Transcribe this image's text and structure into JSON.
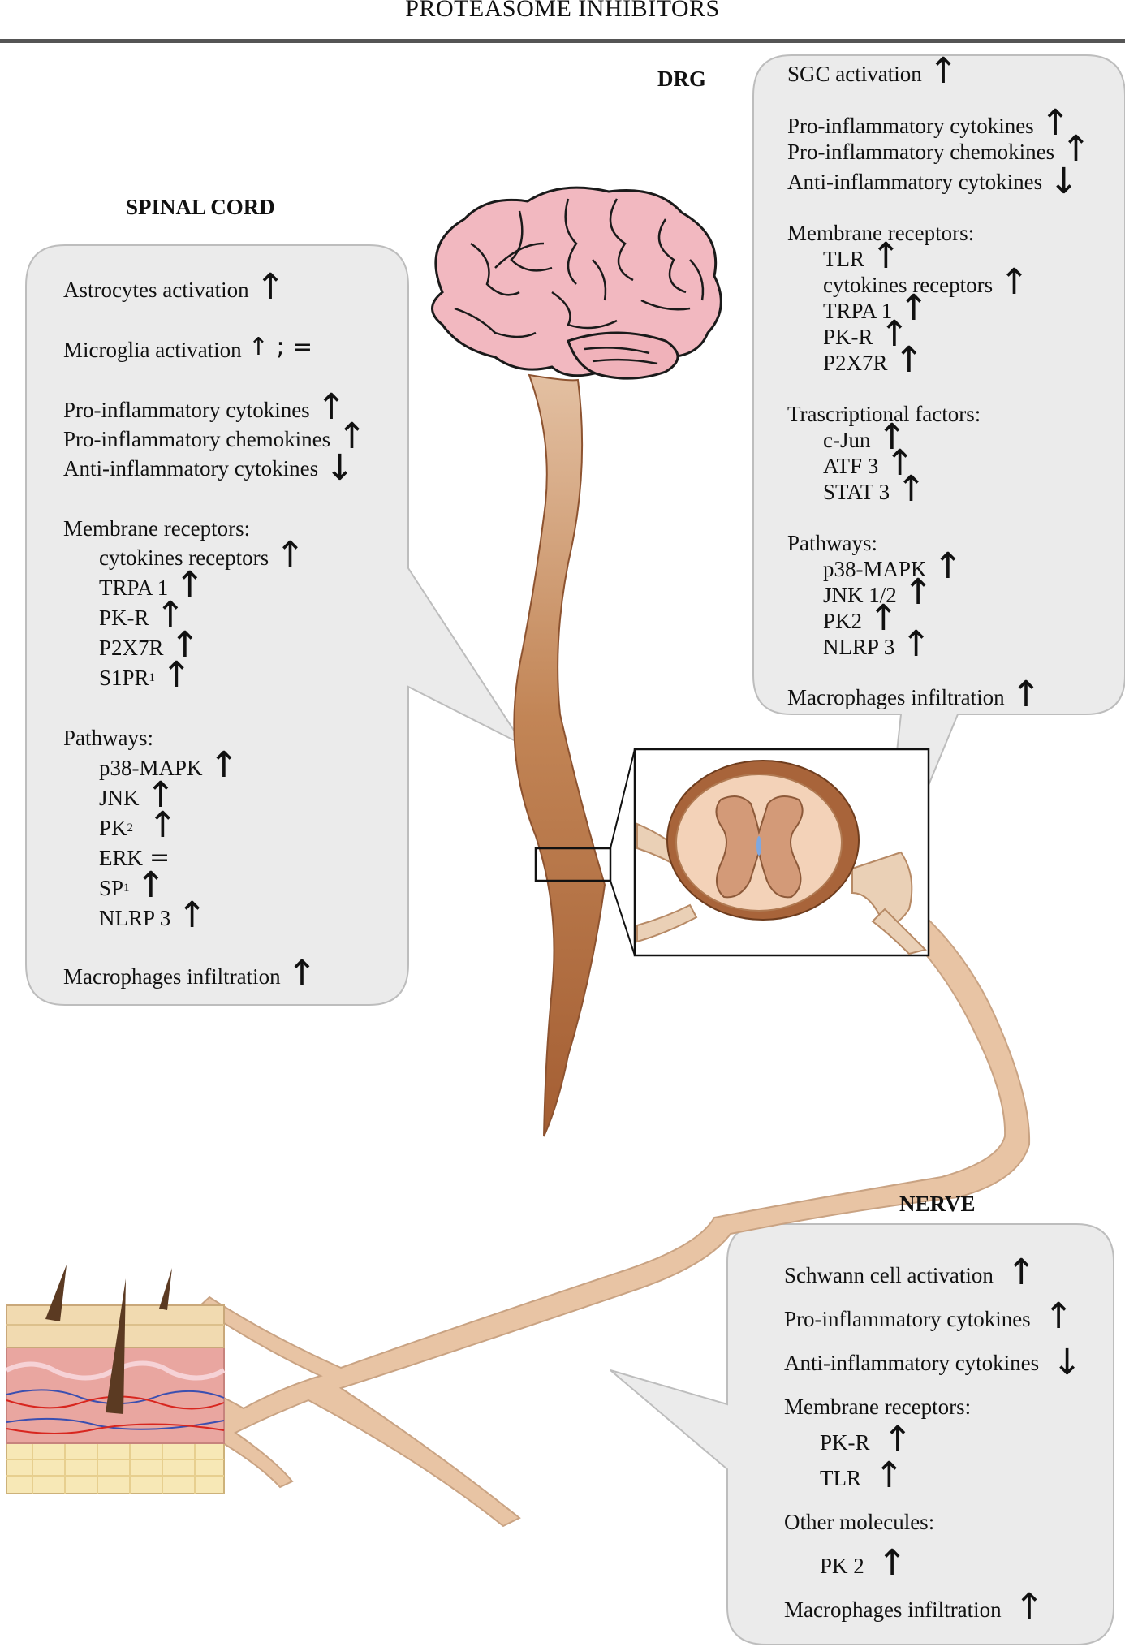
{
  "title": "PROTEASOME INHIBITORS",
  "indicator_glyphs": {
    "up": "↑",
    "down": "↓",
    "equal": "=",
    "up_equal": "↑ ; ="
  },
  "spinal_cord": {
    "heading": "SPINAL CORD",
    "lines": [
      {
        "text": "Astrocytes activation",
        "indicator": "up"
      },
      {
        "text": "Microglia activation",
        "indicator": "up_equal"
      },
      {
        "text": "Pro-inflammatory cytokines",
        "indicator": "up"
      },
      {
        "text": "Pro-inflammatory chemokines",
        "indicator": "up"
      },
      {
        "text": "Anti-inflammatory cytokines",
        "indicator": "down"
      },
      {
        "text": "Membrane receptors:",
        "indicator": ""
      },
      {
        "text": "cytokines receptors",
        "indicator": "up"
      },
      {
        "text": "TRPA 1",
        "indicator": "up"
      },
      {
        "text": "PK-R",
        "indicator": "up"
      },
      {
        "text": "P2X7R",
        "indicator": "up"
      },
      {
        "text": "S1PR",
        "sub": "1",
        "indicator": "up"
      },
      {
        "text": "Pathways:",
        "indicator": ""
      },
      {
        "text": "p38-MAPK",
        "indicator": "up"
      },
      {
        "text": "JNK",
        "indicator": "up"
      },
      {
        "text": "PK",
        "sub": "2",
        "indicator": "up"
      },
      {
        "text": "ERK",
        "indicator": "equal"
      },
      {
        "text": "SP",
        "sub": "1",
        "indicator": "up"
      },
      {
        "text": "NLRP 3",
        "indicator": "up"
      },
      {
        "text": "Macrophages infiltration",
        "indicator": "up"
      }
    ]
  },
  "drg": {
    "heading": "DRG",
    "lines": [
      {
        "text": "SGC activation",
        "indicator": "up"
      },
      {
        "text": "Pro-inflammatory cytokines",
        "indicator": "up"
      },
      {
        "text": "Pro-inflammatory chemokines",
        "indicator": "up"
      },
      {
        "text": "Anti-inflammatory cytokines",
        "indicator": "down"
      },
      {
        "text": "Membrane receptors:",
        "indicator": ""
      },
      {
        "text": "TLR",
        "indicator": "up"
      },
      {
        "text": "cytokines receptors",
        "indicator": "up"
      },
      {
        "text": "TRPA 1",
        "indicator": "up"
      },
      {
        "text": "PK-R",
        "indicator": "up"
      },
      {
        "text": "P2X7R",
        "indicator": "up"
      },
      {
        "text": "Trascriptional factors:",
        "indicator": ""
      },
      {
        "text": "c-Jun",
        "indicator": "up"
      },
      {
        "text": "ATF 3",
        "indicator": "up"
      },
      {
        "text": "STAT 3",
        "indicator": "up"
      },
      {
        "text": "Pathways:",
        "indicator": ""
      },
      {
        "text": "p38-MAPK",
        "indicator": "up"
      },
      {
        "text": "JNK 1/2",
        "indicator": "up"
      },
      {
        "text": "PK2",
        "indicator": "up"
      },
      {
        "text": "NLRP 3",
        "indicator": "up"
      },
      {
        "text": "Macrophages infiltration",
        "indicator": "up"
      }
    ]
  },
  "nerve": {
    "heading": "NERVE",
    "lines": [
      {
        "text": "Schwann cell activation",
        "indicator": "up"
      },
      {
        "text": "Pro-inflammatory cytokines",
        "indicator": "up"
      },
      {
        "text": "Anti-inflammatory cytokines",
        "indicator": "down"
      },
      {
        "text": "Membrane receptors:",
        "indicator": ""
      },
      {
        "text": "PK-R",
        "indicator": "up"
      },
      {
        "text": "TLR",
        "indicator": "up"
      },
      {
        "text": "Other molecules:",
        "indicator": ""
      },
      {
        "text": "PK 2",
        "indicator": "up"
      },
      {
        "text": "Macrophages infiltration",
        "indicator": "up"
      }
    ]
  },
  "colors": {
    "callout_fill": "#ebebeb",
    "callout_stroke": "#bdbdbd",
    "brain": "#f2b8c0",
    "brain_outline": "#1a1a1a",
    "cord_light": "#e0b896",
    "cord_dark": "#a8643a",
    "nerve": "#e8c4a4",
    "skin_top": "#f1dab0",
    "skin_dermis": "#eaa4a0",
    "skin_fat": "#f6e7b2"
  }
}
